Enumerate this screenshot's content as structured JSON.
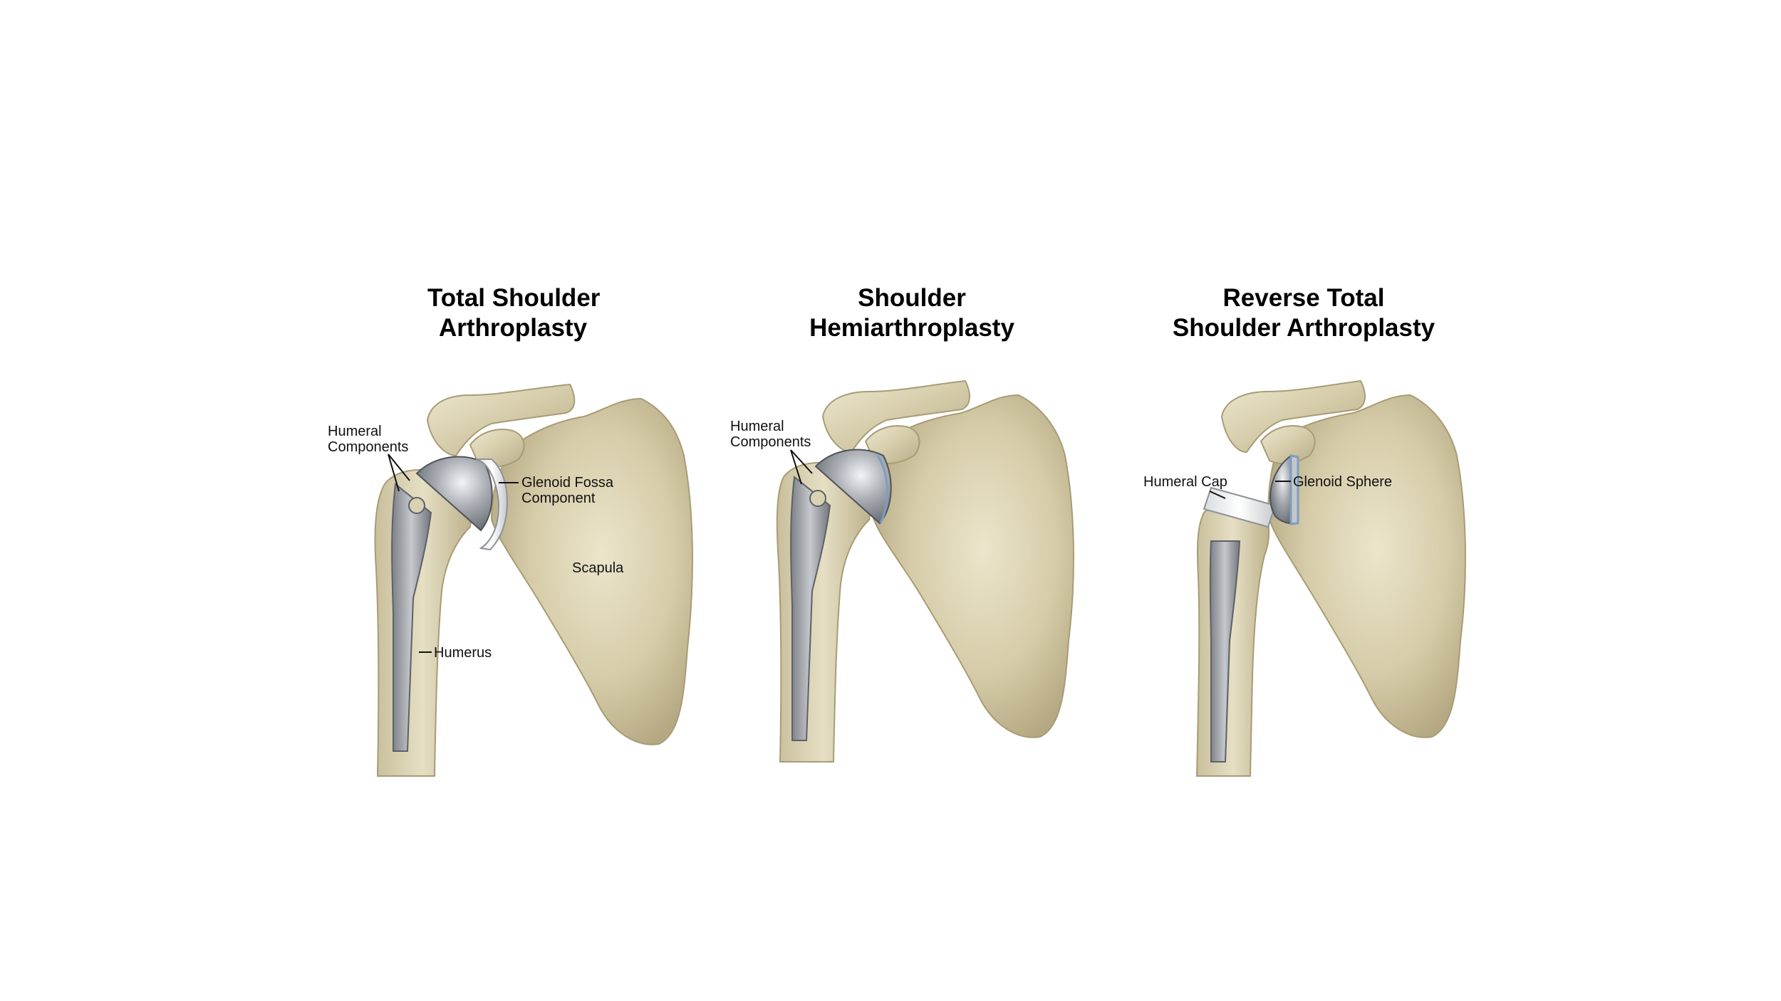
{
  "colors": {
    "bone": "#d8cfae",
    "bone_light": "#ece6cc",
    "bone_shadow": "#b3a783",
    "metal": "#8c9096",
    "metal_light": "#e6e9ec",
    "poly": "#f4f5f6"
  },
  "panels": [
    {
      "title_line1": "Total Shoulder",
      "title_line2": "Arthroplasty",
      "labels": {
        "humeral_line1": "Humeral",
        "humeral_line2": "Components",
        "glenoid_line1": "Glenoid Fossa",
        "glenoid_line2": "Component",
        "scapula": "Scapula",
        "humerus": "Humerus"
      }
    },
    {
      "title_line1": "Shoulder",
      "title_line2": "Hemiarthroplasty",
      "labels": {
        "humeral_line1": "Humeral",
        "humeral_line2": "Components"
      }
    },
    {
      "title_line1": "Reverse Total",
      "title_line2": "Shoulder Arthroplasty",
      "labels": {
        "humeral_cap": "Humeral Cap",
        "glenoid_sphere": "Glenoid Sphere"
      }
    }
  ]
}
